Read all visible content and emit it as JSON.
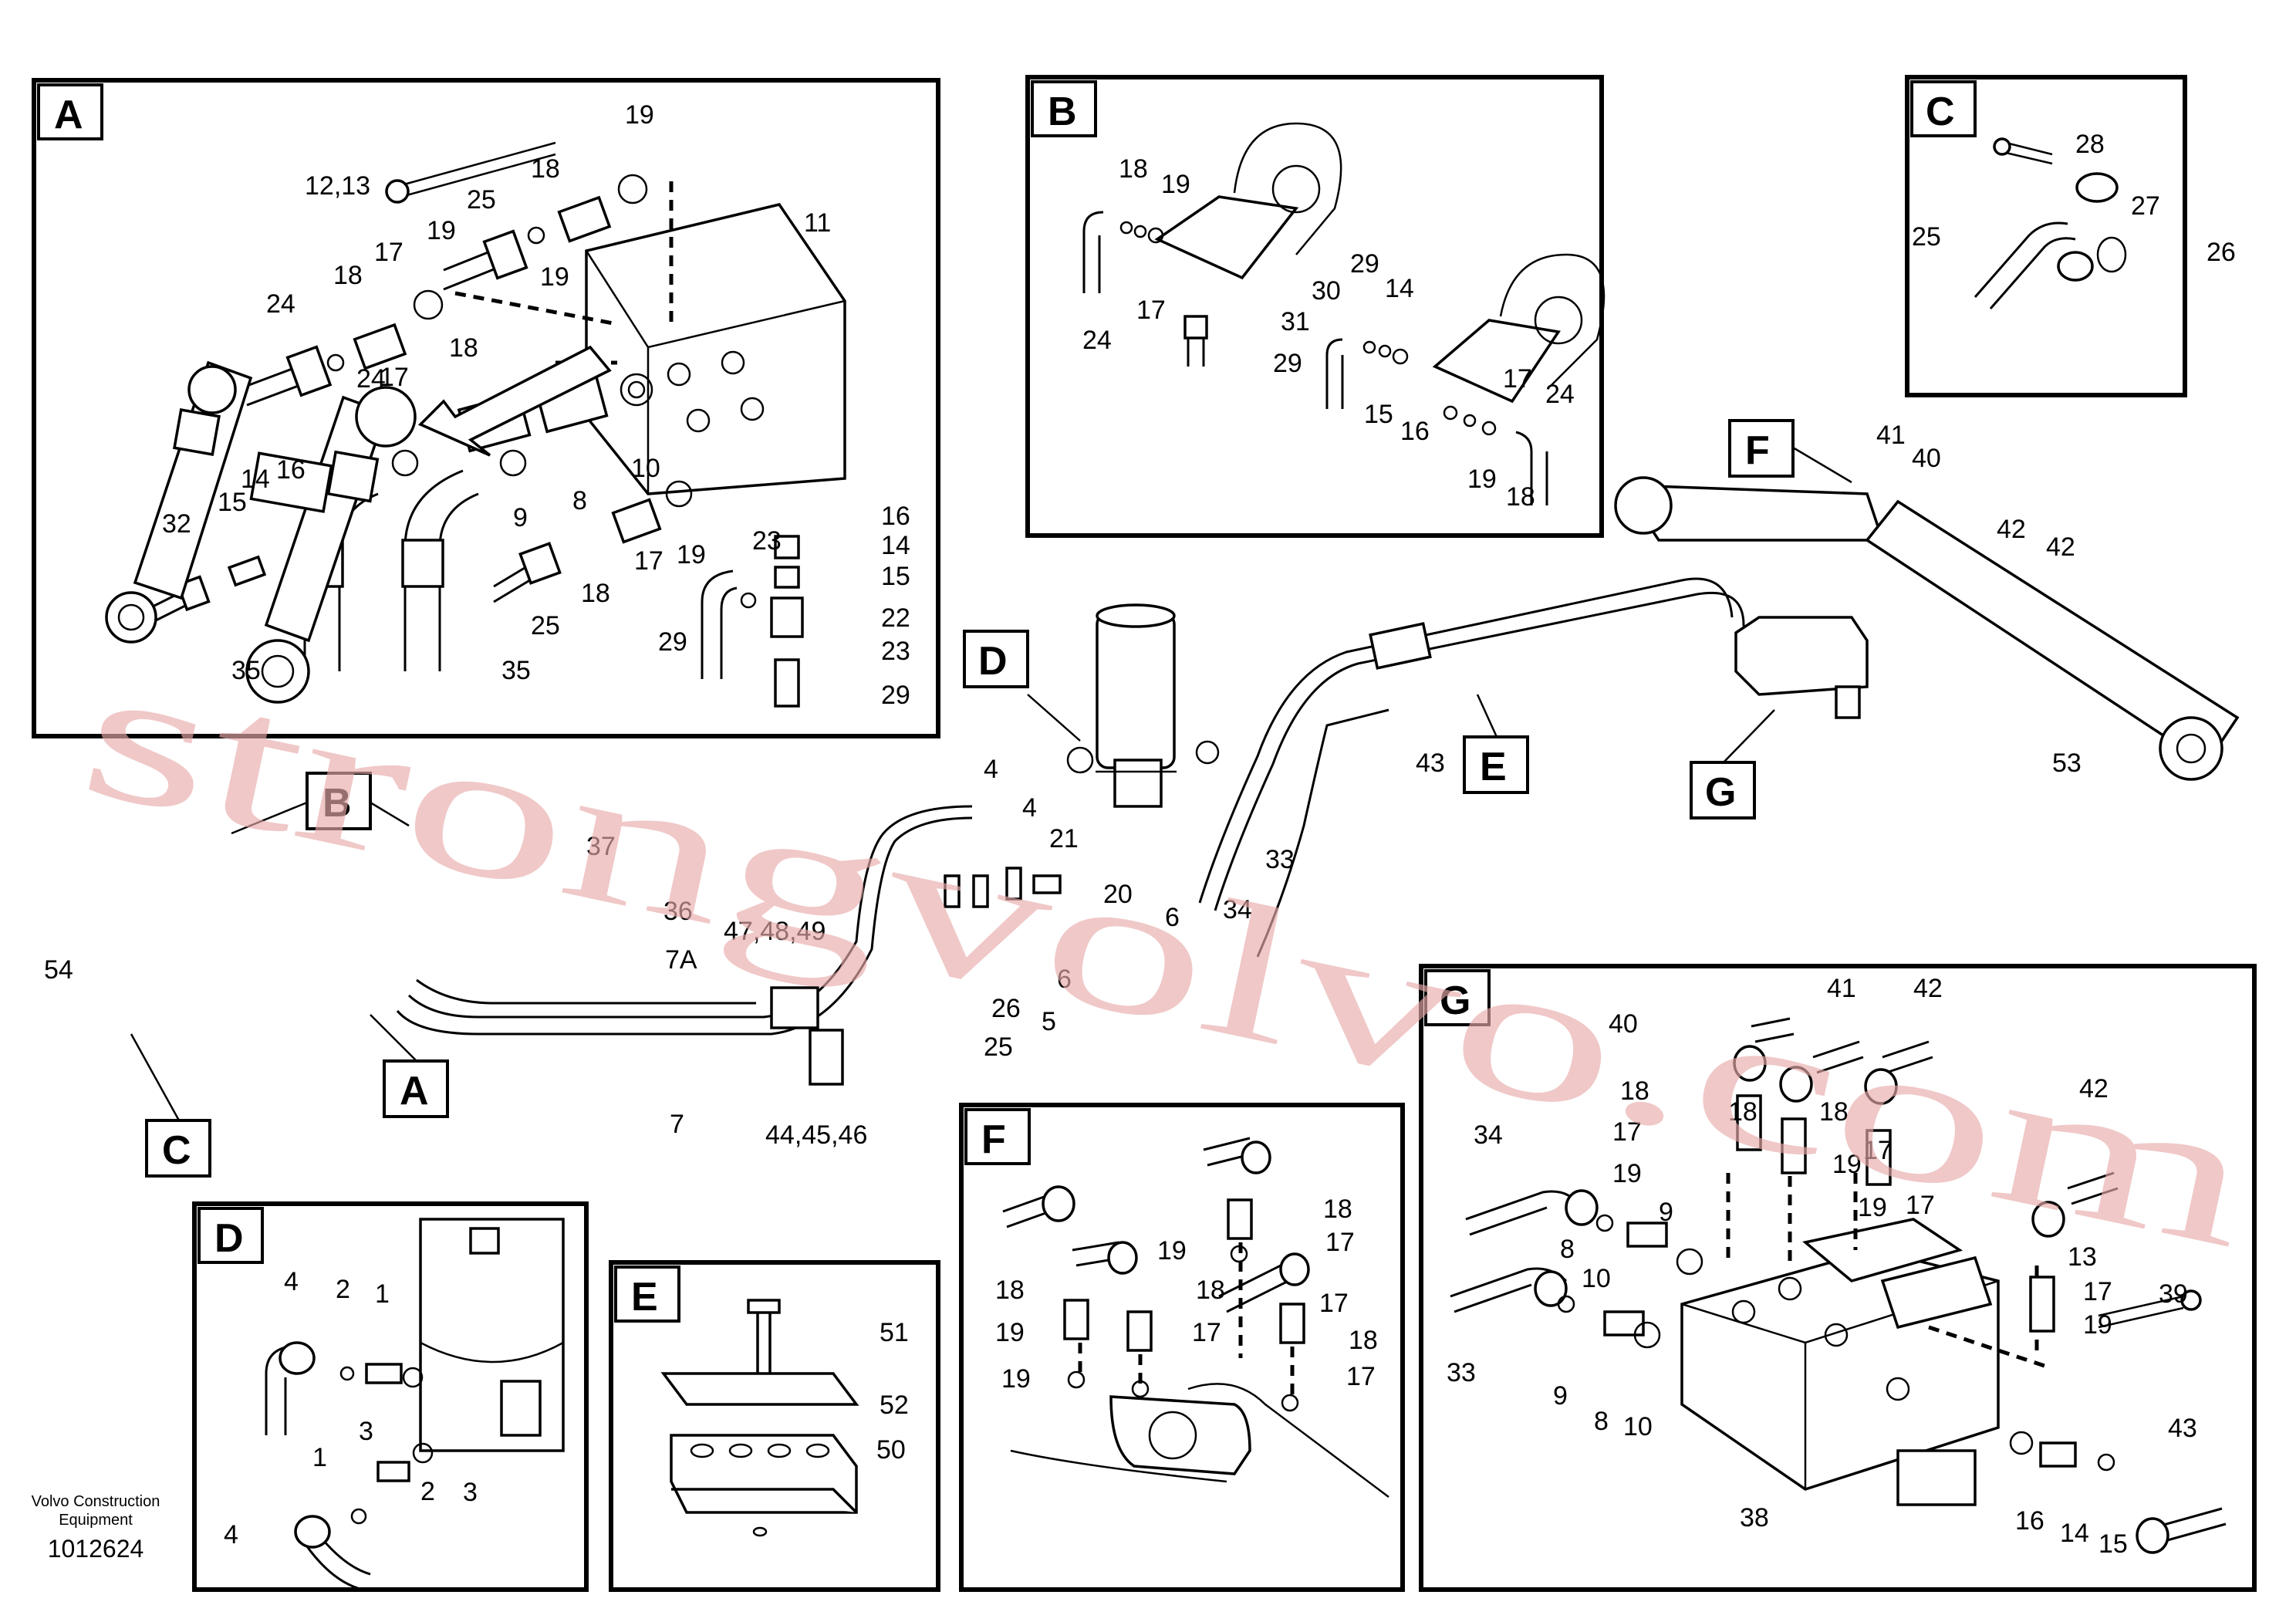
{
  "detail_tags": [
    "A",
    "B",
    "C",
    "D",
    "E",
    "F",
    "G"
  ],
  "callouts": {
    "A": [
      "12,13",
      "18",
      "19",
      "25",
      "11",
      "17",
      "19",
      "24",
      "18",
      "19",
      "18",
      "17",
      "24",
      "16",
      "14",
      "15",
      "32",
      "9",
      "8",
      "10",
      "16",
      "14",
      "15",
      "23",
      "22",
      "23",
      "29",
      "29",
      "17",
      "19",
      "25",
      "18",
      "35",
      "35"
    ],
    "B": [
      "18",
      "19",
      "17",
      "24",
      "30",
      "31",
      "29",
      "29",
      "14",
      "15",
      "16",
      "17",
      "24",
      "19",
      "18"
    ],
    "C": [
      "28",
      "27",
      "25",
      "26"
    ],
    "main": [
      "41",
      "40",
      "42",
      "42",
      "43",
      "53",
      "4",
      "4",
      "21",
      "20",
      "6",
      "6",
      "33",
      "34",
      "37",
      "36",
      "7A",
      "47,48,49",
      "26",
      "25",
      "5",
      "54",
      "7",
      "44,45,46"
    ],
    "D": [
      "4",
      "2",
      "1",
      "3",
      "1",
      "2",
      "3",
      "4"
    ],
    "E": [
      "51",
      "52",
      "50"
    ],
    "F": [
      "18",
      "17",
      "19",
      "18",
      "18",
      "17",
      "17",
      "19",
      "18",
      "17",
      "19"
    ],
    "G": [
      "40",
      "41",
      "42",
      "18",
      "17",
      "19",
      "18",
      "18",
      "17",
      "19",
      "19",
      "17",
      "34",
      "9",
      "8",
      "10",
      "42",
      "13",
      "17",
      "19",
      "39",
      "33",
      "9",
      "8",
      "10",
      "38",
      "16",
      "14",
      "15",
      "43"
    ]
  },
  "credit": {
    "line1": "Volvo Construction",
    "line2": "Equipment",
    "doc_number": "1012624"
  },
  "watermark": "strongvolvo.com"
}
